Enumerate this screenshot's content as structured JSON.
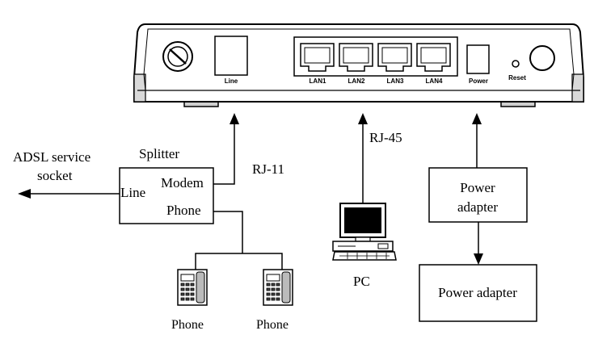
{
  "router": {
    "ports": {
      "line": "Line",
      "lan1": "LAN1",
      "lan2": "LAN2",
      "lan3": "LAN3",
      "lan4": "LAN4",
      "power": "Power",
      "reset": "Reset"
    }
  },
  "labels": {
    "adsl_line1": "ADSL service",
    "adsl_line2": "socket",
    "splitter": "Splitter",
    "splitter_line": "Line",
    "splitter_modem": "Modem",
    "splitter_phone": "Phone",
    "rj11": "RJ-11",
    "rj45": "RJ-45",
    "pc": "PC",
    "phone_left": "Phone",
    "phone_right": "Phone",
    "power_adapter_top_line1": "Power",
    "power_adapter_top_line2": "adapter",
    "power_adapter_bottom": "Power adapter"
  },
  "colors": {
    "stroke": "#000000",
    "background": "#ffffff",
    "router_shade": "#d9d9d9"
  }
}
